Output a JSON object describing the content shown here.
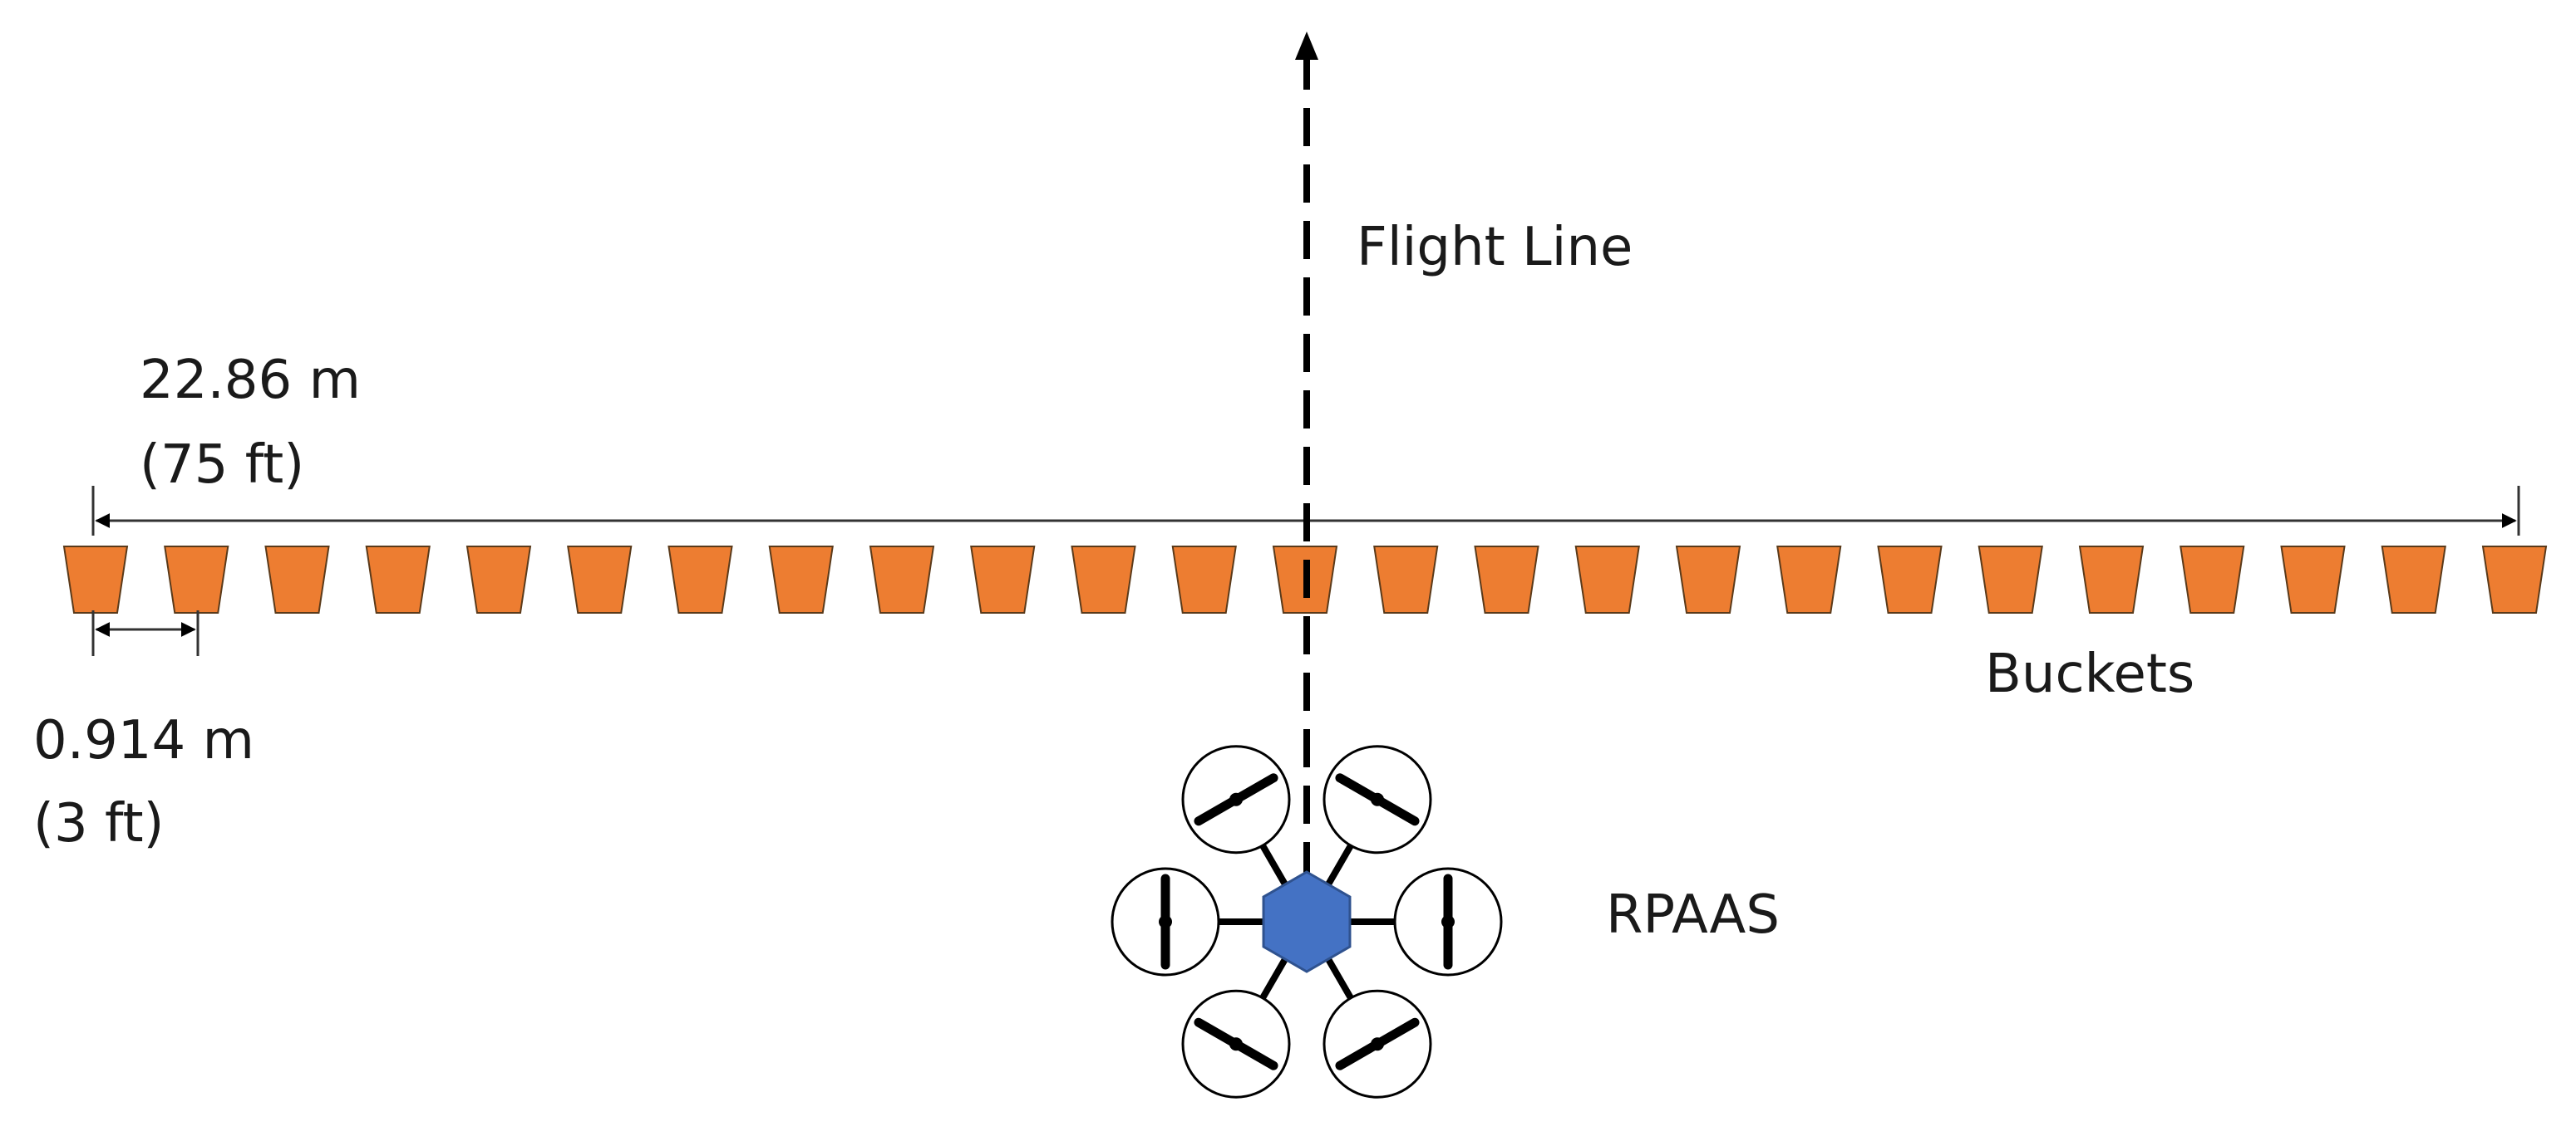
{
  "labels": {
    "flight_line": "Flight Line",
    "total_span_m": "22.86 m",
    "total_span_ft": "(75 ft)",
    "bucket_spacing_m": "0.914 m",
    "bucket_spacing_ft": "(3 ft)",
    "buckets": "Buckets",
    "rpaas": "RPAAS"
  },
  "bucket_count": 25,
  "colors": {
    "bucket_fill": "#ED7D31",
    "bucket_stroke": "#5a3a1a",
    "hub_fill": "#4472C4",
    "line": "#000000",
    "dimension": "#333333"
  }
}
